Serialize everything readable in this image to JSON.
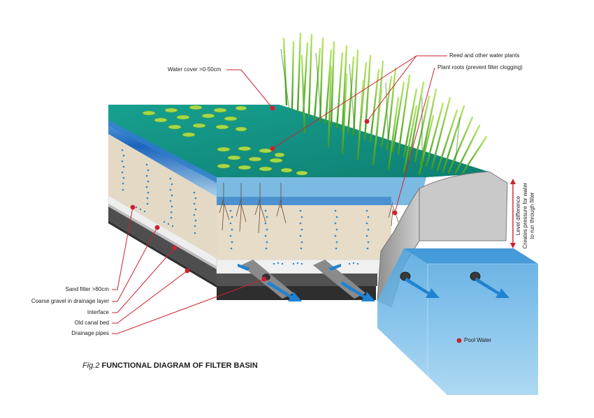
{
  "labels": {
    "water_cover": "Water cover >0-50cm",
    "reed": "Reed and other water plants",
    "roots": "Plant roots (prevent filter clogging)",
    "sand": "Sand filter >80cm",
    "gravel": "Coarse gravel in drainage layer",
    "interface": "Interface",
    "canal_bed": "Old canal bed",
    "drain": "Drainage pipes",
    "pool": "Pool Water",
    "level_1": "Level difference",
    "level_2": "Creates pressure for water",
    "level_3": "to run through filter"
  },
  "caption": {
    "fig": "Fig.2",
    "title": "FUNCTIONAL DIAGRAM OF FILTER BASIN"
  },
  "colors": {
    "callout": "#d01f2e",
    "water_top": "#16978a",
    "water_blue": "#1f6fc4",
    "sand": "#e2d7c2",
    "reed": "#7dc42c",
    "pool": "#62b4e6",
    "concrete": "#b5b5b5",
    "arrow": "#1f83d2"
  }
}
